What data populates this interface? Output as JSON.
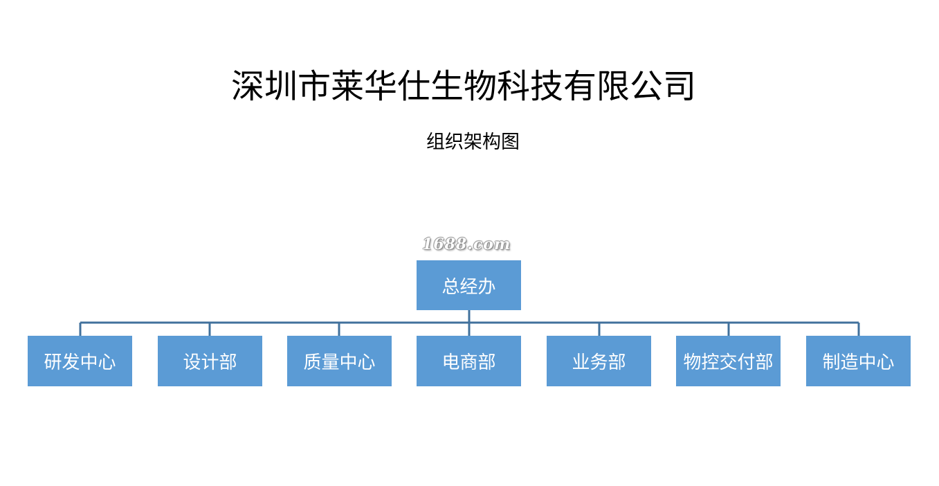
{
  "title": "深圳市莱华仕生物科技有限公司",
  "subtitle": "组织架构图",
  "watermark": "1688.com",
  "root": {
    "label": "总经办"
  },
  "children": [
    {
      "label": "研发中心"
    },
    {
      "label": "设计部"
    },
    {
      "label": "质量中心"
    },
    {
      "label": "电商部"
    },
    {
      "label": "业务部"
    },
    {
      "label": "物控交付部"
    },
    {
      "label": "制造中心"
    }
  ],
  "colors": {
    "node_fill": "#5b9bd5",
    "connector": "#41719c",
    "node_text": "#ffffff"
  }
}
